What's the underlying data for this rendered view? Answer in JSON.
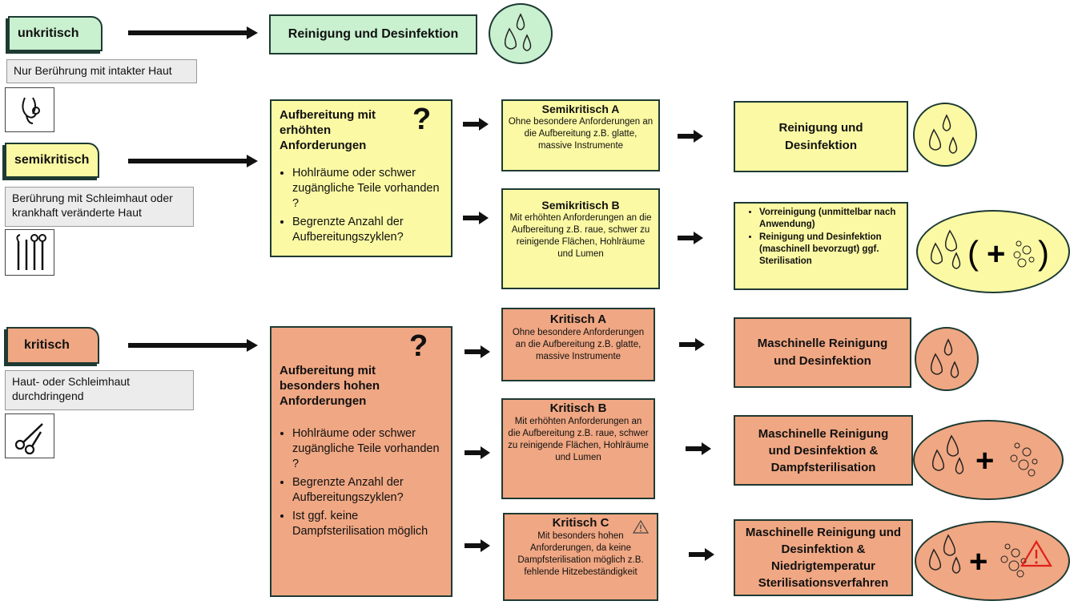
{
  "unkritisch": {
    "label": "unkritisch",
    "description": "Nur Berührung mit intakter Haut",
    "result": "Reinigung und Desinfektion",
    "icon": "stethoscope-icon"
  },
  "semikritisch": {
    "label": "semikritisch",
    "description": "Berührung mit Schleimhaut oder krankhaft veränderte Haut",
    "icon": "dental-instruments-icon",
    "process": {
      "title": "Aufbereitung mit erhöhten Anforderungen",
      "question": "?",
      "bullets": [
        "Hohlräume oder schwer zugängliche Teile vorhanden ?",
        "Begrenzte Anzahl der Aufbereitungszyklen?"
      ]
    },
    "a": {
      "title": "Semikritisch A",
      "text": "Ohne besondere Anforderungen an die Aufbereitung z.B. glatte, massive Instrumente",
      "result": "Reinigung und Desinfektion"
    },
    "b": {
      "title": "Semikritisch B",
      "text": "Mit erhöhten Anforderungen an die Aufbereitung z.B. raue, schwer zu reinigende Flächen, Hohlräume und Lumen",
      "result_bullets": [
        "Vorreinigung (unmittelbar nach Anwendung)",
        "Reinigung und Desinfektion (maschinell bevorzugt) ggf. Sterilisation"
      ]
    }
  },
  "kritisch": {
    "label": "kritisch",
    "description": "Haut- oder Schleimhaut durchdringend",
    "icon": "scissors-icon",
    "process": {
      "title": "Aufbereitung mit besonders hohen Anforderungen",
      "question": "?",
      "bullets": [
        "Hohlräume oder schwer zugängliche Teile vorhanden ?",
        "Begrenzte Anzahl der Aufbereitungszyklen?",
        "Ist ggf. keine Dampfsterilisation möglich"
      ]
    },
    "a": {
      "title": "Kritisch A",
      "text": "Ohne besondere Anforderungen an die Aufbereitung z.B. glatte, massive Instrumente",
      "result": "Maschinelle Reinigung und Desinfektion"
    },
    "b": {
      "title": "Kritisch B",
      "text": "Mit erhöhten Anforderungen an die Aufbereitung z.B. raue, schwer zu reinigende Flächen, Hohlräume und Lumen",
      "result": "Maschinelle Reinigung und Desinfektion & Dampfsterilisation"
    },
    "c": {
      "title": "Kritisch C",
      "text": "Mit besonders hohen Anforderungen, da keine Dampfsterilisation möglich z.B. fehlende Hitzebeständigkeit",
      "result": "Maschinelle Reinigung und Desinfektion & Niedrigtemperatur Sterilisationsverfahren"
    }
  },
  "symbols": {
    "plus": "+",
    "paren_open": "(",
    "paren_close": ")"
  },
  "colors": {
    "green": "#c9f0cf",
    "yellow": "#fbf9a3",
    "salmon": "#f0a783",
    "border": "#1e3a33",
    "warning": "#e0201b"
  }
}
